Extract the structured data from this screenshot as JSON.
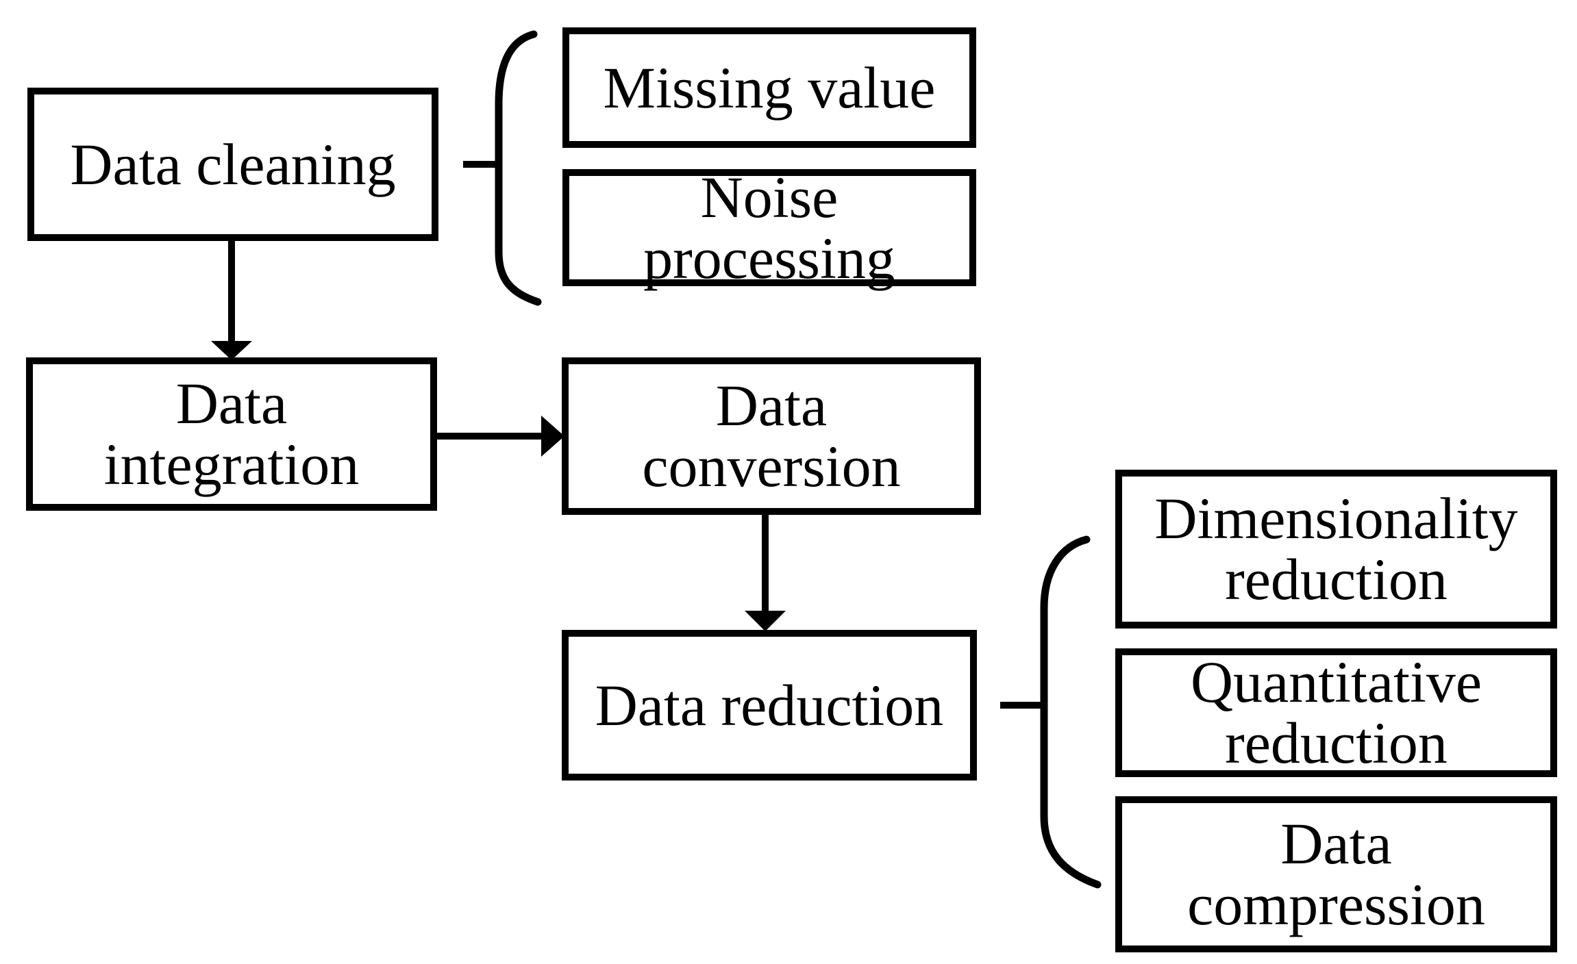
{
  "page": {
    "background_color": "#ffffff",
    "ink_color": "#000000"
  },
  "diagram": {
    "type": "flowchart",
    "nodes": {
      "data_cleaning": {
        "label": "Data cleaning"
      },
      "missing_value": {
        "label": "Missing value"
      },
      "noise_processing": {
        "label": "Noise\nprocessing"
      },
      "data_integration": {
        "label": "Data\nintegration"
      },
      "data_conversion": {
        "label": "Data\nconversion"
      },
      "data_reduction": {
        "label": "Data reduction"
      },
      "dimensionality_reduction": {
        "label": "Dimensionality\nreduction"
      },
      "quantitative_reduction": {
        "label": "Quantitative\nreduction"
      },
      "data_compression": {
        "label": "Data\ncompression"
      }
    },
    "edges": [
      {
        "from": "data_cleaning",
        "to": "data_integration",
        "connector": "arrow-down"
      },
      {
        "from": "data_integration",
        "to": "data_conversion",
        "connector": "arrow-right"
      },
      {
        "from": "data_conversion",
        "to": "data_reduction",
        "connector": "arrow-down"
      },
      {
        "from": "data_cleaning",
        "to": "missing_value; noise_processing",
        "connector": "brace-group"
      },
      {
        "from": "data_reduction",
        "to": "dimensionality_reduction; quantitative_reduction; data_compression",
        "connector": "brace-group"
      }
    ]
  }
}
